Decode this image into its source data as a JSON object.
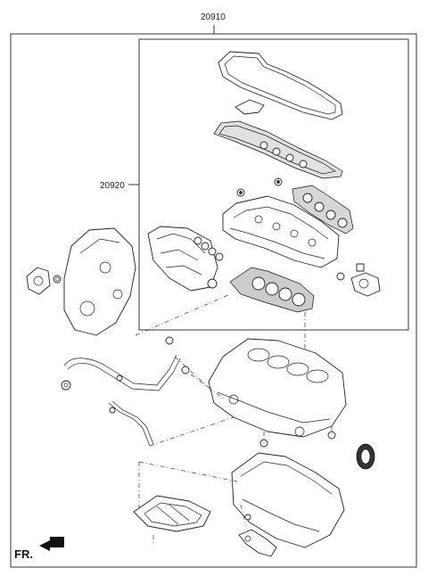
{
  "labels": {
    "kit_outer": "20910",
    "kit_inner": "20920",
    "front": "FR."
  },
  "icons": {
    "front_arrow": "arrow-left-icon"
  },
  "colors": {
    "line": "#222222",
    "background": "#ffffff",
    "gasket_dark": "#333333"
  }
}
